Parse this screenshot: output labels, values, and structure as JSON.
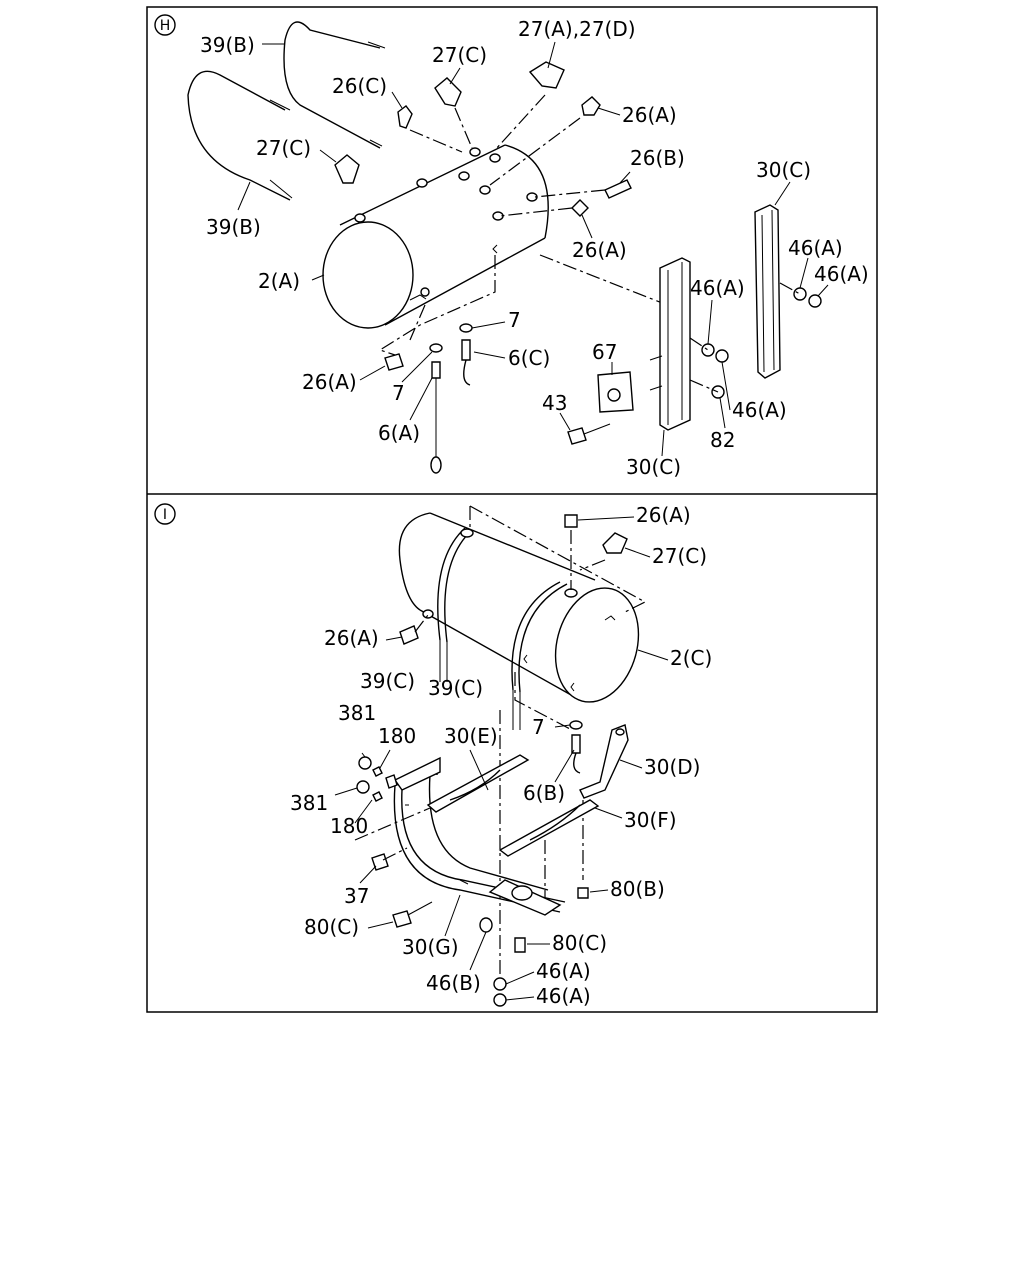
{
  "panels": [
    {
      "id": "H",
      "marker": "H"
    },
    {
      "id": "I",
      "marker": "I"
    }
  ],
  "labels_h": [
    "39(B)",
    "27(A),27(D)",
    "27(C)",
    "26(C)",
    "26(A)",
    "27(C)",
    "26(B)",
    "30(C)",
    "39(B)",
    "26(A)",
    "46(A)",
    "46(A)",
    "2(A)",
    "46(A)",
    "7",
    "6(C)",
    "67",
    "26(A)",
    "7",
    "46(A)",
    "43",
    "6(A)",
    "82",
    "30(C)"
  ],
  "labels_i": [
    "26(A)",
    "27(C)",
    "26(A)",
    "2(C)",
    "39(C)",
    "39(C)",
    "381",
    "180",
    "30(E)",
    "7",
    "30(D)",
    "381",
    "6(B)",
    "180",
    "30(F)",
    "37",
    "80(B)",
    "80(C)",
    "30(G)",
    "80(C)",
    "46(A)",
    "46(B)",
    "46(A)"
  ]
}
